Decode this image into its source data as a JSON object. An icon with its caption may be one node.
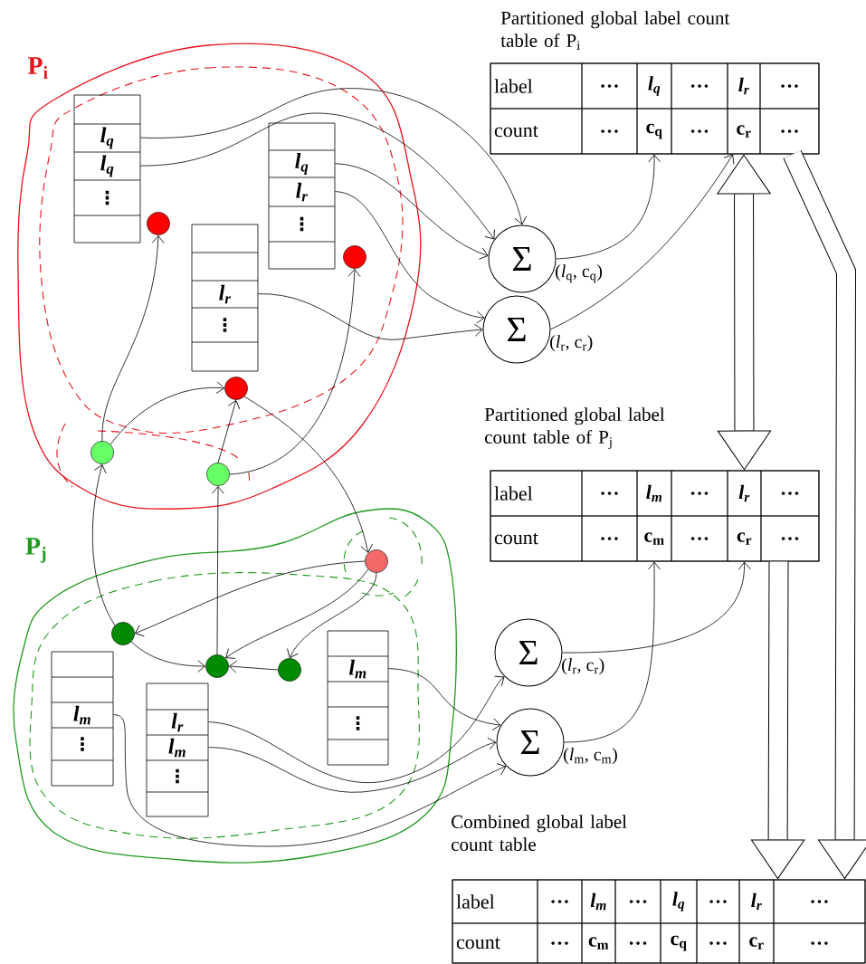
{
  "diagram": {
    "nodes": [
      {
        "text": [
          "P$_{i}$"
        ]
      },
      {
        "text": [
          "l$_{q}$",
          "l$_{q}$",
          "⋮"
        ],
        "in": 0
      },
      {
        "text": [
          "l$_{q}$",
          "l$_{r}$",
          "⋮"
        ],
        "in": 0
      },
      {
        "text": [
          "l$_{r}$",
          "⋮"
        ],
        "in": 0
      },
      {
        "text": [],
        "shape": "circle",
        "in": 0
      },
      {
        "text": [],
        "shape": "circle",
        "in": 0
      },
      {
        "text": [],
        "shape": "circle",
        "in": 0
      },
      {
        "text": [],
        "shape": "circle",
        "in": 0
      },
      {
        "text": [],
        "shape": "circle",
        "in": 0
      },
      {
        "text": [
          "P$_{j}$"
        ]
      },
      {
        "text": [],
        "shape": "circle",
        "in": 9
      },
      {
        "text": [],
        "shape": "circle",
        "in": 9
      },
      {
        "text": [],
        "shape": "circle",
        "in": 9
      },
      {
        "text": [],
        "shape": "circle",
        "in": 9
      },
      {
        "text": [
          "l$_{m}$",
          "⋮"
        ],
        "in": 9
      },
      {
        "text": [
          "l$_{r}$",
          "l$_{m}$",
          "⋮"
        ],
        "in": 9
      },
      {
        "text": [
          "l$_{m}$",
          "⋮"
        ],
        "in": 9
      },
      {
        "text": [
          "Σ"
        ],
        "beside": [
          "(*l*$_{q}$, c$_{q}$)"
        ]
      },
      {
        "text": [
          "Σ"
        ],
        "beside": [
          "(*l*$_{r}$, c$_{r}$)"
        ]
      },
      {
        "text": [
          "Σ"
        ],
        "beside": [
          "(*l*$_{r}$, c$_{r}$)"
        ]
      },
      {
        "text": [
          "Σ"
        ],
        "beside": [
          "(*l*$_{m}$, c$_{m}$)"
        ]
      },
      {
        "text": [
          "Partitioned global label count table of P$_{i}$"
        ]
      },
      {
        "text": [
          "label"
        ],
        "in": 21
      },
      {
        "text": [
          "…"
        ],
        "in": 21
      },
      {
        "text": [
          "l$_{q}$"
        ],
        "in": 21
      },
      {
        "text": [
          "…"
        ],
        "in": 21
      },
      {
        "text": [
          "l$_{r}$"
        ],
        "in": 21
      },
      {
        "text": [
          "…"
        ],
        "in": 21
      },
      {
        "text": [
          "count"
        ],
        "in": 21
      },
      {
        "text": [
          "…"
        ],
        "in": 21
      },
      {
        "text": [
          "c$_{q}$"
        ],
        "in": 21
      },
      {
        "text": [
          "…"
        ],
        "in": 21
      },
      {
        "text": [
          "c$_{r}$"
        ],
        "in": 21
      },
      {
        "text": [
          "…"
        ],
        "in": 21
      },
      {
        "text": [
          "Partitioned global label count table of P$_{j}$"
        ]
      },
      {
        "text": [
          "label"
        ],
        "in": 34
      },
      {
        "text": [
          "…"
        ],
        "in": 34
      },
      {
        "text": [
          "l$_{m}$"
        ],
        "in": 34
      },
      {
        "text": [
          "…"
        ],
        "in": 34
      },
      {
        "text": [
          "l$_{r}$"
        ],
        "in": 34
      },
      {
        "text": [
          "…"
        ],
        "in": 34
      },
      {
        "text": [
          "count"
        ],
        "in": 34
      },
      {
        "text": [
          "…"
        ],
        "in": 34
      },
      {
        "text": [
          "c$_{m}$"
        ],
        "in": 34
      },
      {
        "text": [
          "…"
        ],
        "in": 34
      },
      {
        "text": [
          "c$_{r}$"
        ],
        "in": 34
      },
      {
        "text": [
          "…"
        ],
        "in": 34
      },
      {
        "text": [
          "Combined global label count table"
        ]
      },
      {
        "text": [
          "label"
        ],
        "in": 47
      },
      {
        "text": [
          "…"
        ],
        "in": 47
      },
      {
        "text": [
          "l$_{m}$"
        ],
        "in": 47
      },
      {
        "text": [
          "…"
        ],
        "in": 47
      },
      {
        "text": [
          "l$_{q}$"
        ],
        "in": 47
      },
      {
        "text": [
          "…"
        ],
        "in": 47
      },
      {
        "text": [
          "l$_{r}$"
        ],
        "in": 47
      },
      {
        "text": [
          "…"
        ],
        "in": 47
      },
      {
        "text": [
          "count"
        ],
        "in": 47
      },
      {
        "text": [
          "…"
        ],
        "in": 47
      },
      {
        "text": [
          "c$_{m}$"
        ],
        "in": 47
      },
      {
        "text": [
          "…"
        ],
        "in": 47
      },
      {
        "text": [
          "c$_{q}$"
        ],
        "in": 47
      },
      {
        "text": [
          "…"
        ],
        "in": 47
      },
      {
        "text": [
          "c$_{r}$"
        ],
        "in": 47
      },
      {
        "text": [
          "…"
        ],
        "in": 47
      }
    ],
    "edges": [
      {
        "from": 1,
        "to": 17,
        "arrow": "to"
      },
      {
        "from": 1,
        "to": 17,
        "arrow": "to"
      },
      {
        "from": 2,
        "to": 17,
        "arrow": "to"
      },
      {
        "from": 2,
        "to": 18,
        "arrow": "to"
      },
      {
        "from": 3,
        "to": 18,
        "arrow": "to"
      },
      {
        "from": 17,
        "to": 30,
        "arrow": "to"
      },
      {
        "from": 18,
        "to": 32,
        "arrow": "to"
      },
      {
        "from": 7,
        "to": 4,
        "arrow": "to"
      },
      {
        "from": 7,
        "to": 6,
        "arrow": "to"
      },
      {
        "from": 8,
        "to": 6,
        "arrow": "to"
      },
      {
        "from": 8,
        "to": 5,
        "arrow": "to"
      },
      {
        "from": 6,
        "to": 10,
        "arrow": "to"
      },
      {
        "from": 11,
        "to": 7,
        "arrow": "to"
      },
      {
        "from": 12,
        "to": 8,
        "arrow": "to"
      },
      {
        "from": 10,
        "to": 11,
        "arrow": "to"
      },
      {
        "from": 10,
        "to": 12,
        "arrow": "to"
      },
      {
        "from": 10,
        "to": 13,
        "arrow": "to"
      },
      {
        "from": 13,
        "to": 12,
        "arrow": "to"
      },
      {
        "from": 11,
        "to": 12,
        "arrow": "to"
      },
      {
        "from": 16,
        "to": 20,
        "arrow": "to"
      },
      {
        "from": 15,
        "to": 19,
        "arrow": "to"
      },
      {
        "from": 15,
        "to": 20,
        "arrow": "to"
      },
      {
        "from": 14,
        "to": 20,
        "arrow": "to"
      },
      {
        "from": 19,
        "to": 45,
        "arrow": "to"
      },
      {
        "from": 20,
        "to": 43,
        "arrow": "to"
      },
      {
        "from": 32,
        "to": 39,
        "arrow": "both",
        "style": "thick"
      },
      {
        "from": 21,
        "to": 47,
        "arrow": "to",
        "style": "thick"
      },
      {
        "from": 34,
        "to": 47,
        "arrow": "to",
        "style": "thick"
      }
    ]
  }
}
